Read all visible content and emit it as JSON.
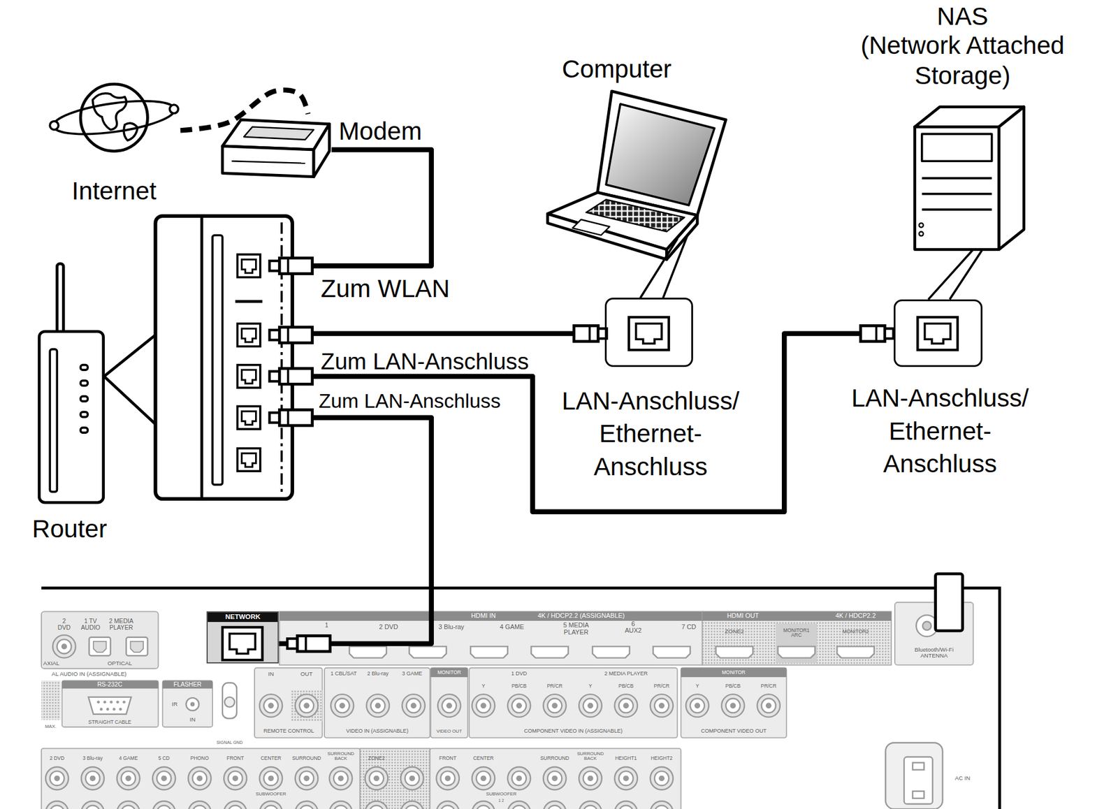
{
  "diagram": {
    "nodes": [
      {
        "text": [
          "Internet"
        ]
      },
      {
        "text": [
          "Modem"
        ]
      },
      {
        "text": [
          "Computer"
        ]
      },
      {
        "text": [
          "NAS",
          "(Network Attached Storage)"
        ]
      },
      {
        "text": [
          "Router"
        ]
      },
      {
        "text": [
          "LAN-Anschluss/ Ethernet- Anschluss"
        ]
      },
      {
        "text": [
          "LAN-Anschluss/ Ethernet- Anschluss"
        ]
      },
      {
        "text": [
          "NETWORK"
        ]
      }
    ],
    "edges": [
      {
        "from": 0,
        "to": 1,
        "arrow": "none"
      },
      {
        "from": 1,
        "to": 4,
        "label": "Zum WLAN",
        "arrow": "none"
      },
      {
        "from": 4,
        "to": 5,
        "label": "Zum LAN-Anschluss",
        "arrow": "none"
      },
      {
        "from": 4,
        "to": 6,
        "label": "Zum LAN-Anschluss",
        "arrow": "none"
      },
      {
        "from": 4,
        "to": 7,
        "arrow": "none"
      }
    ],
    "labels": [
      "2 DVD",
      "1 TV AUDIO",
      "2 MEDIA PLAYER",
      "AXIAL",
      "OPTICAL",
      "AL AUDIO IN (ASSIGNABLE)",
      "HDMI IN",
      "4K / HDCP2.2 (ASSIGNABLE)",
      "1",
      "2 DVD",
      "3 Blu-ray",
      "4 GAME",
      "5 MEDIA PLAYER",
      "6 AUX2",
      "7 CD",
      "HDMI OUT",
      "4K / HDCP2.2",
      "ZONE2",
      "MONITOR1 ARC",
      "MONITOR2",
      "Bluetooth/Wi-Fi ANTENNA",
      "MAX.",
      "RS-232C",
      "STRAIGHT CABLE",
      "FLASHER",
      "IR",
      "IN",
      "SIGNAL GND",
      "IN",
      "OUT",
      "REMOTE CONTROL",
      "1 CBL/SAT",
      "2 Blu-ray",
      "3 GAME",
      "VIDEO IN (ASSIGNABLE)",
      "MONITOR",
      "VIDEO OUT",
      "1 DVD",
      "Y",
      "PB/CB",
      "PR/CR",
      "2 MEDIA PLAYER",
      "Y",
      "PB/CB",
      "PR/CR",
      "COMPONENT VIDEO IN (ASSIGNABLE)",
      "MONITOR",
      "Y",
      "PB/CB",
      "PR/CR",
      "COMPONENT VIDEO OUT",
      "2 DVD",
      "3 Blu-ray",
      "4 GAME",
      "5 CD",
      "PHONO",
      "FRONT",
      "CENTER",
      "SURROUND",
      "SURROUND BACK",
      "SUBWOOFER",
      "ZONE2",
      "FRONT",
      "CENTER",
      "SURROUND",
      "SURROUND BACK",
      "HEIGHT1",
      "HEIGHT2",
      "SUBWOOFER",
      "1 2",
      "AC IN"
    ]
  }
}
